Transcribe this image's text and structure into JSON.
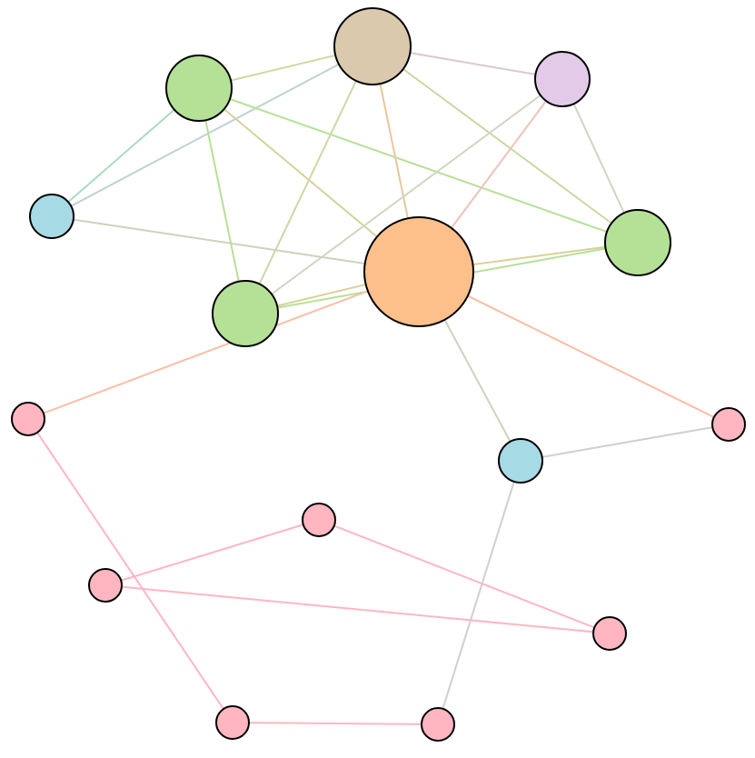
{
  "colors": {
    "orange": "#fec08a",
    "green": "#b5e196",
    "tan": "#dbc9ae",
    "lavender": "#e2cae8",
    "cyan": "#a6dbe6",
    "pink": "#ffb6c1",
    "node_stroke": "#000000"
  },
  "nodes": [
    {
      "id": "hub",
      "color": "orange",
      "size": "xl"
    },
    {
      "id": "tan-top",
      "color": "tan",
      "size": "lg"
    },
    {
      "id": "green-top-left",
      "color": "green",
      "size": "md"
    },
    {
      "id": "lavender-top-right",
      "color": "lavender",
      "size": "sm"
    },
    {
      "id": "cyan-left",
      "color": "cyan",
      "size": "xs"
    },
    {
      "id": "green-right",
      "color": "green",
      "size": "md"
    },
    {
      "id": "green-center",
      "color": "green",
      "size": "md"
    },
    {
      "id": "cyan-lower",
      "color": "cyan",
      "size": "xs"
    },
    {
      "id": "pink-left",
      "color": "pink",
      "size": "xxs"
    },
    {
      "id": "pink-right",
      "color": "pink",
      "size": "xxs"
    },
    {
      "id": "pink-mid",
      "color": "pink",
      "size": "xxs"
    },
    {
      "id": "pink-lower-left",
      "color": "pink",
      "size": "xxs"
    },
    {
      "id": "pink-lower-right",
      "color": "pink",
      "size": "xxs"
    },
    {
      "id": "pink-bottom-left",
      "color": "pink",
      "size": "xxs"
    },
    {
      "id": "pink-bottom-mid",
      "color": "pink",
      "size": "xxs"
    }
  ],
  "edges": [
    {
      "source": "green-top-left",
      "target": "tan-top",
      "color": "#cfd9a4"
    },
    {
      "source": "tan-top",
      "target": "lavender-top-right",
      "color": "#dcc8cf"
    },
    {
      "source": "tan-top",
      "target": "cyan-left",
      "color": "#bdd3d0"
    },
    {
      "source": "green-top-left",
      "target": "cyan-left",
      "color": "#a9dcbd"
    },
    {
      "source": "cyan-left",
      "target": "hub",
      "color": "#cfd2be"
    },
    {
      "source": "green-top-left",
      "target": "green-center",
      "color": "#b5e196"
    },
    {
      "source": "green-top-left",
      "target": "hub",
      "color": "#d6d29a"
    },
    {
      "source": "green-top-left",
      "target": "green-right",
      "color": "#b5e196"
    },
    {
      "source": "tan-top",
      "target": "green-center",
      "color": "#c9d9a2"
    },
    {
      "source": "tan-top",
      "target": "hub",
      "color": "#e8c79c"
    },
    {
      "source": "tan-top",
      "target": "green-right",
      "color": "#c9d9a2"
    },
    {
      "source": "lavender-top-right",
      "target": "hub",
      "color": "#f0c2b9"
    },
    {
      "source": "lavender-top-right",
      "target": "green-center",
      "color": "#cfd6bf"
    },
    {
      "source": "lavender-top-right",
      "target": "green-right",
      "color": "#cfd6bf"
    },
    {
      "source": "green-center",
      "target": "hub",
      "color": "#d6d29a"
    },
    {
      "source": "hub",
      "target": "green-right",
      "color": "#d6d29a"
    },
    {
      "source": "green-center",
      "target": "green-right",
      "color": "#b5e196"
    },
    {
      "source": "pink-left",
      "target": "hub",
      "color": "#fcbda5"
    },
    {
      "source": "hub",
      "target": "pink-right",
      "color": "#fcbda5"
    },
    {
      "source": "hub",
      "target": "cyan-lower",
      "color": "#cfd2be"
    },
    {
      "source": "cyan-lower",
      "target": "pink-right",
      "color": "#cfcfd4"
    },
    {
      "source": "cyan-lower",
      "target": "pink-bottom-mid",
      "color": "#cfcfd4"
    },
    {
      "source": "pink-left",
      "target": "pink-bottom-left",
      "color": "#ffb6c1"
    },
    {
      "source": "pink-lower-left",
      "target": "pink-mid",
      "color": "#ffb6c1"
    },
    {
      "source": "pink-lower-left",
      "target": "pink-lower-right",
      "color": "#ffb6c1"
    },
    {
      "source": "pink-mid",
      "target": "pink-lower-right",
      "color": "#ffb6c1"
    },
    {
      "source": "pink-bottom-left",
      "target": "pink-bottom-mid",
      "color": "#ffb6c1"
    }
  ]
}
